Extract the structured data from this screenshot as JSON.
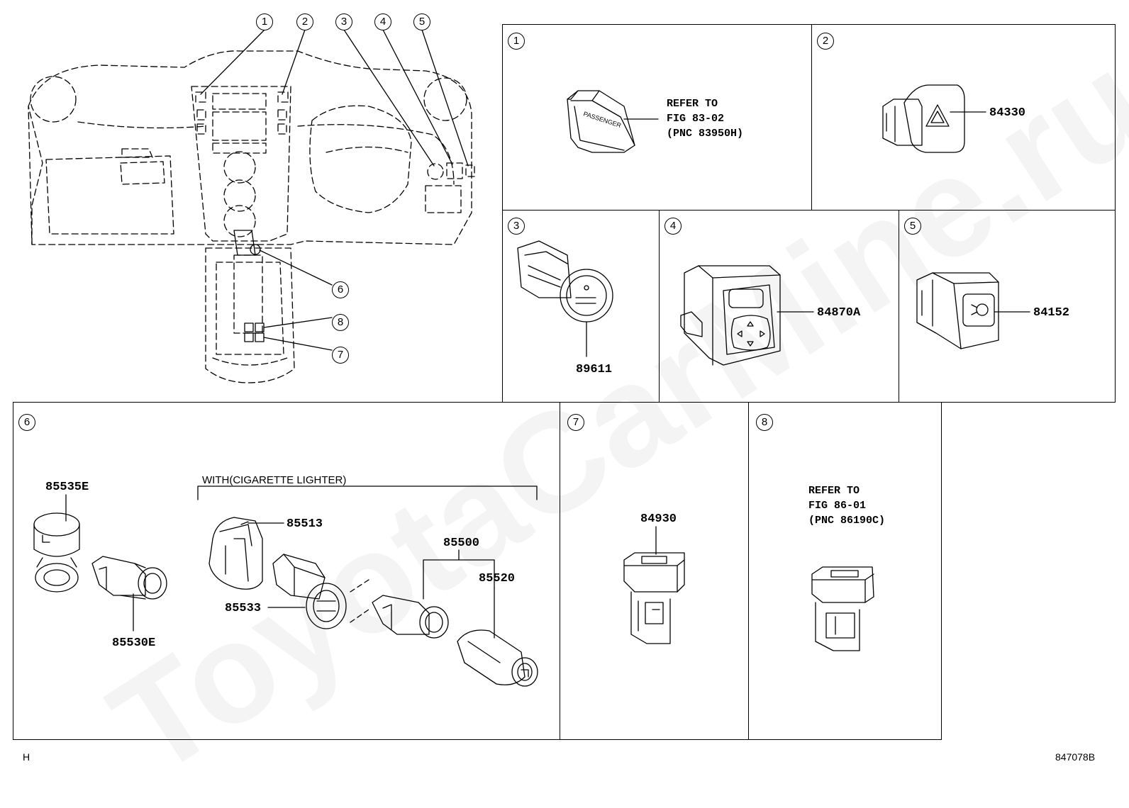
{
  "watermark": "ToyotaCarMine.ru",
  "overview_callouts": [
    "1",
    "2",
    "3",
    "4",
    "5",
    "6",
    "8",
    "7"
  ],
  "panels": [
    {
      "num": "1",
      "note": [
        "REFER TO",
        "FIG 83-02",
        "(PNC 83950H)"
      ],
      "part_text": "PASSENGER"
    },
    {
      "num": "2",
      "part": "84330"
    },
    {
      "num": "3",
      "part": "89611"
    },
    {
      "num": "4",
      "part": "84870A"
    },
    {
      "num": "5",
      "part": "84152"
    },
    {
      "num": "6",
      "group_label": "WITH(CIGARETTE LIGHTER)",
      "parts": [
        "85535E",
        "85530E",
        "85513",
        "85533",
        "85500",
        "85520"
      ]
    },
    {
      "num": "7",
      "part": "84930"
    },
    {
      "num": "8",
      "note": [
        "REFER TO",
        "FIG 86-01",
        "(PNC 86190C)"
      ]
    }
  ],
  "footer": {
    "left": "H",
    "right": "847078B"
  }
}
